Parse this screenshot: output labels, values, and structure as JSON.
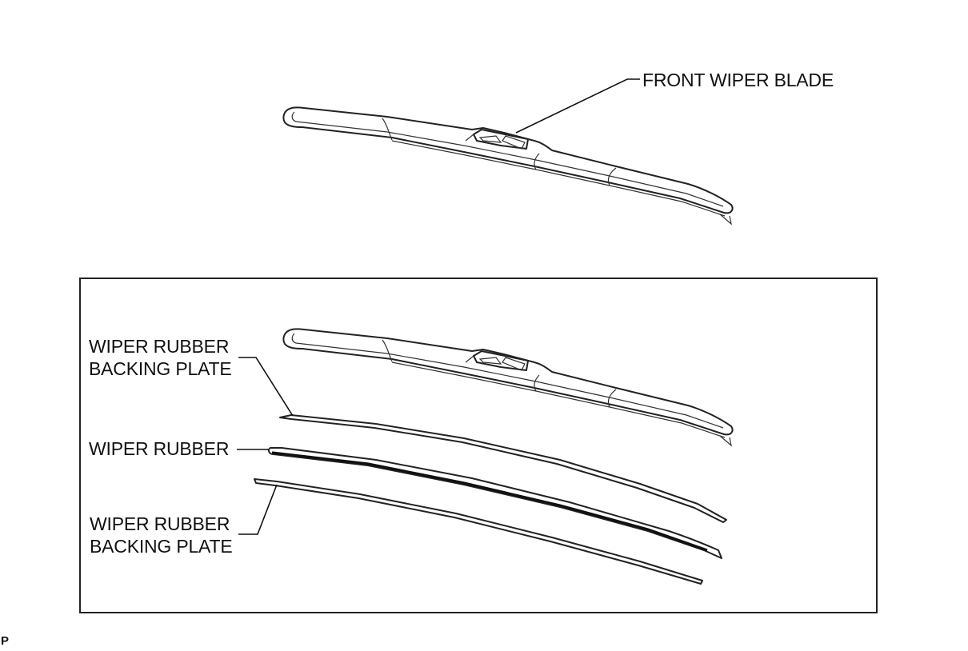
{
  "labels": {
    "front_wiper_blade": "FRONT WIPER BLADE",
    "backing_plate_top_line1": "WIPER RUBBER",
    "backing_plate_top_line2": "BACKING PLATE",
    "wiper_rubber": "WIPER RUBBER",
    "backing_plate_bottom_line1": "WIPER RUBBER",
    "backing_plate_bottom_line2": "BACKING PLATE",
    "corner_mark": "P"
  }
}
